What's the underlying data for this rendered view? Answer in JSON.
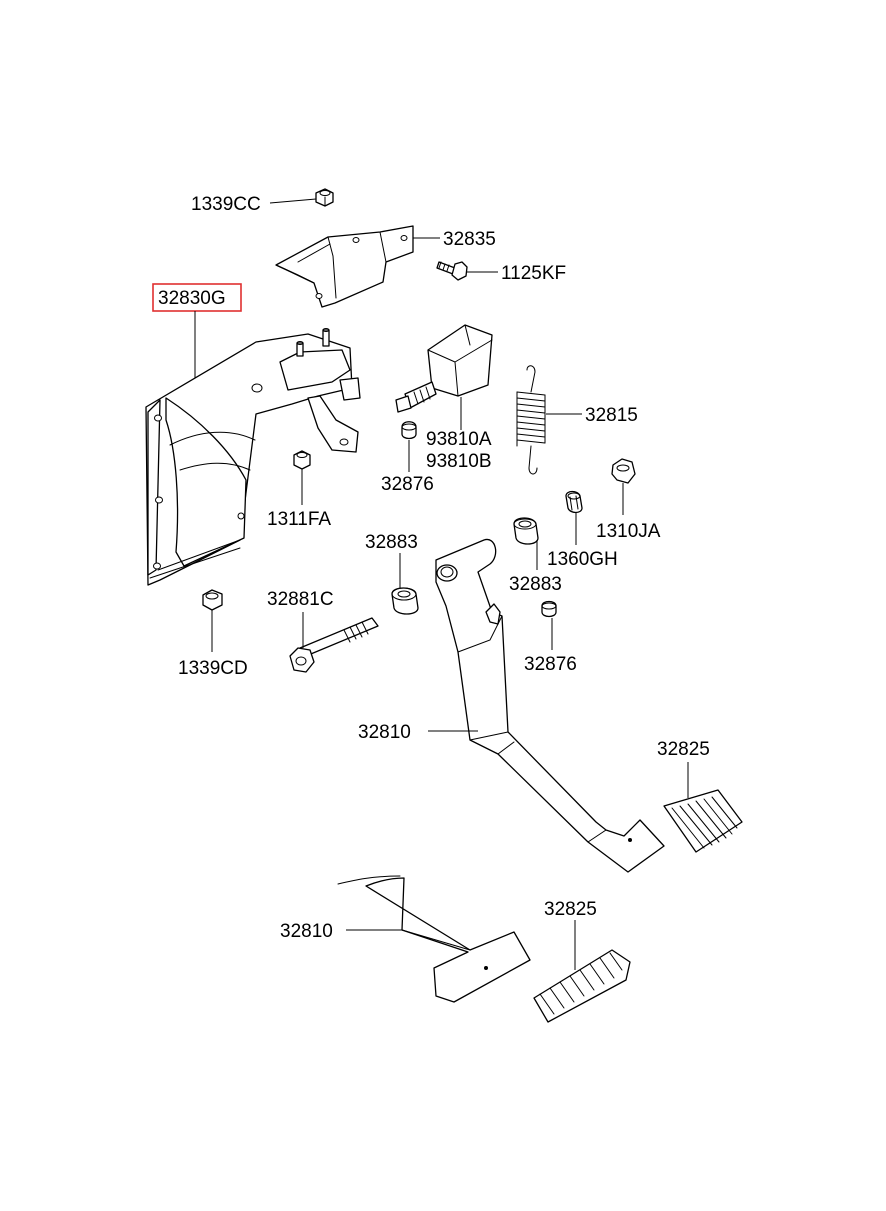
{
  "highlight_color": "#e03030",
  "labels": {
    "p1339CC": "1339CC",
    "p32835": "32835",
    "p1125KF": "1125KF",
    "p32830G": "32830G",
    "p32815": "32815",
    "p93810A": "93810A",
    "p93810B": "93810B",
    "p32876a": "32876",
    "p1311FA": "1311FA",
    "p1310JA": "1310JA",
    "p32883a": "32883",
    "p32883b": "32883",
    "p1360GH": "1360GH",
    "p32881C": "32881C",
    "p1339CD": "1339CD",
    "p32876b": "32876",
    "p32810a": "32810",
    "p32825a": "32825",
    "p32810b": "32810",
    "p32825b": "32825"
  }
}
